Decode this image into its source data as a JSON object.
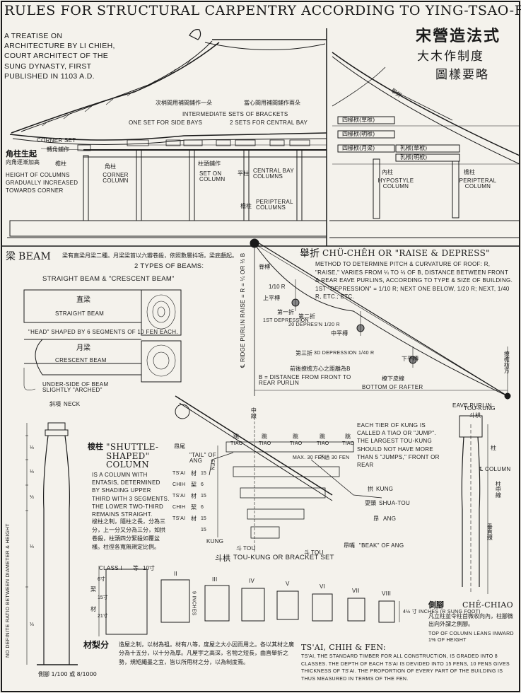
{
  "title": {
    "main": "Rules for Structural Carpentry according to Ying-tsao-fa-shih.",
    "chinese_main": "宋營造法式",
    "chinese_sub1": "大木作制度",
    "chinese_sub2": "圖樣要略",
    "treatise": "A treatise on architecture by Li Chieh, court architect of the Sung dynasty, first published in 1103 A.D."
  },
  "elevation": {
    "cjk_side_bay": "次梢間用補間鋪作一朵",
    "cjk_central_bay": "當心間用補間鋪作兩朵",
    "intermediate": "Intermediate sets of brackets",
    "one_set": "One set for side bays",
    "two_sets": "2 sets for central bay",
    "corner_set": "Corner set",
    "corner_cjk": "轉角鋪作",
    "corner_rise_cjk": "角柱生起",
    "rise_cjk2": "向角逐漸加高",
    "column_cjk": "檐柱",
    "height_note": "Height of columns gradually increased towards corner",
    "corner_column_cjk": "角柱",
    "corner_column": "Corner column",
    "set_on_cjk": "柱頭鋪作",
    "set_on": "Set on column",
    "pingzhu_cjk": "平柱",
    "central_bay": "Central bay columns",
    "peripteral_cjk": "檐柱",
    "peripteral": "Peripteral columns"
  },
  "section": {
    "rise_cjk": "舉折",
    "beam_labels": [
      "四椽栿(草栿)",
      "四椽栿(明栿)",
      "乳栿(草栿)",
      "乳栿(明栿)",
      "四椽栿(月梁)"
    ],
    "hypostyle_cjk": "內柱",
    "hypostyle": "Hypostyle column",
    "peripteral_cjk": "檐柱",
    "peripteral": "Peripteral column"
  },
  "beam": {
    "title_cjk": "梁",
    "title": "Beam",
    "cjk_note": "梁有直梁月梁二種。月梁梁首以六瓣卷殺，依照數層抖項，梁底顱起。",
    "two_types": "2 types of beams:",
    "types_line": "Straight beam & \"crescent beam\"",
    "straight_cjk": "直梁",
    "straight": "Straight beam",
    "head_note": "\"Head\" shaped by 6 segments of 10 fen each.",
    "crescent_cjk": "月梁",
    "crescent": "Crescent beam",
    "underside": "Under-side of beam slightly \"arched\"",
    "neck_cjk": "斜項",
    "neck": "Neck"
  },
  "raise": {
    "title_cjk": "舉折",
    "title": "Chü-chêh or \"Raise & Depress\"",
    "method": "Method to determine pitch & curvature of roof: R, \"raise,\" varies from ¼ to ⅓ of B, distance between front & rear eave purlins, according to type & size of building. 1st \"depression\" = 1/10 R; next one below, 1/20 R; next, 1/40 R, etc.; etc.",
    "ridge_label": "℄ Ridge Purlin Raise = R = ¼ or ⅓ B",
    "ridge_cjk": "脊槫",
    "r_tenth": "1/10 R",
    "first_cjk": "上平槫",
    "first_cjk2": "第一折",
    "first_en": "1st depression",
    "second_cjk": "第二折",
    "second_en": "20 depres'n 1/20 R",
    "third_cjk": "第三折",
    "third_en": "3d depression 1/40 R",
    "mid_purlin_cjk": "中平槫",
    "low_purlin_cjk": "下平槫",
    "b_cjk": "前後撩檐方心之距離為B",
    "b_en": "B = distance from front to rear purlin",
    "rafter_cjk": "橑下皮線",
    "rafter": "Bottom of rafter",
    "eave_cjk": "撩檐枋方",
    "eave": "Eave purlin"
  },
  "toukung": {
    "cjk_center": "中線",
    "note": "Each tier of kung is called a tiao or \"jump\". The largest tou-kung should not have more than 5 \"jumps,\" front or rear",
    "tiao": [
      "Tiao",
      "Tiao",
      "Tiao",
      "Tiao",
      "Tiao"
    ],
    "tiao_cjk": [
      "跳",
      "跳",
      "跳",
      "跳",
      "跳"
    ],
    "fen30": "Max. 30 Fen",
    "fen30b": "不過 30 fen",
    "tail_cjk": "昂尾",
    "tail": "\"Tail\" of ang",
    "kung_cjk": "拱",
    "kung": "Kung",
    "shua_cjk": "耍頭",
    "shua": "Shua-tou",
    "ang_cjk": "昂",
    "ang": "Ang",
    "beak_cjk": "昂嘴",
    "beak": "\"Beak\" of ang",
    "tou_cjk": "斗",
    "tou": "Tou",
    "heights": [
      "15",
      "6",
      "15",
      "6",
      "15",
      "15"
    ],
    "fen_label": "Fen",
    "left_labels": [
      "Ts'ai",
      "Chih",
      "Ts'ai",
      "Chih",
      "Ts'ai"
    ],
    "left_cjk": [
      "材",
      "栔",
      "材",
      "栔",
      "材"
    ],
    "caption_cjk": "斗栱",
    "caption": "Tou-kung or Bracket Set",
    "toukung_cjk": "斗栱",
    "toukung_top": "Tou-kung"
  },
  "shuttle": {
    "title_cjk": "梭柱",
    "title": "\"Shuttle-shaped\" column",
    "desc": "is a column with entasis, determined by shading upper third with 3 segments. The lower two-third remains straight.",
    "cjk_desc": "梭柱之制，隨柱之長，分為三分，上一分又分為三分，如拱卷殺，柱頭四分緊殺如覆盆樣。柱徑各寬無規定比例。",
    "ratio_note": "No definite ratio between diameter & height",
    "thirds": [
      "⅓",
      "⅓",
      "⅓",
      "⅓",
      "⅓"
    ],
    "bottom_cjk": "側腳 1/100 或 8/1000"
  },
  "side": {
    "column_cjk": "柱",
    "column": "℄ Column",
    "cjk_1": "柱中線",
    "cjk_2": "垂直線",
    "che_chiao_cjk": "側腳",
    "che_chiao": "Chê-chiao",
    "cjk_note": "凡立柱並令柱首微收向內，柱腳微出向外謂之側腳。",
    "lean_note": "Top of column leans inward 1% of height"
  },
  "classes": {
    "class_label": "Class I",
    "class_cjk": "等",
    "roman": [
      "I",
      "II",
      "III",
      "IV",
      "V",
      "VI",
      "VII",
      "VIII"
    ],
    "dims": [
      "9 inches",
      "4½ 寸 inches (R Sung foot)"
    ],
    "first_dim": "10寸",
    "chih_cjk": "栔",
    "ts_cjk": "材",
    "section_sizes": [
      "6寸",
      "15寸",
      "21寸"
    ],
    "cjk_title": "材梨分",
    "cjk_text": "造屋之制，以材為祖。材有八等，度屋之大小因而用之。各以其材之廣分為十五分，以十分為厚。凡屋宇之高深，名物之短長，曲直舉折之勢，規矩繩墨之宜，皆以所用材之分，以為制度焉。",
    "title_en": "Ts'ai, Chih & Fen:",
    "text_en": "Ts'ai, the standard timber for all construction, is graded into 8 classes. The depth of each Ts'ai is devided into 15 fens, 10 fens gives thickness of Ts'ai. The proportion of every part of the building is thus measured in terms of the fen."
  }
}
